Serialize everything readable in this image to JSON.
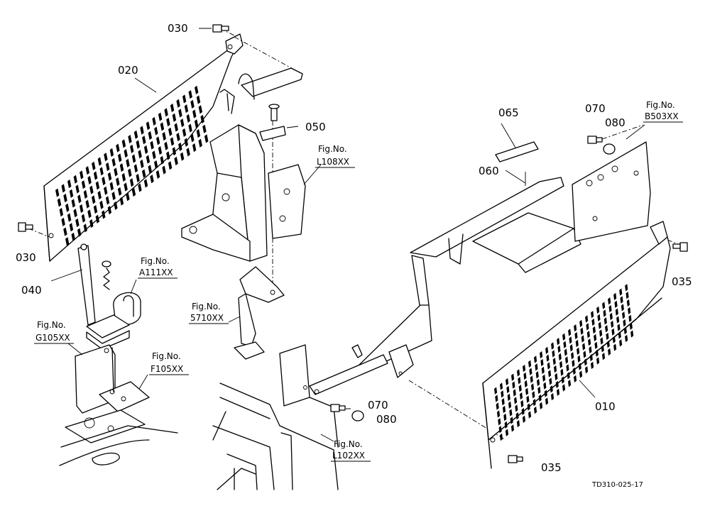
{
  "parts": {
    "p020": "020",
    "p030_top": "030",
    "p030_left": "030",
    "p040": "040",
    "p050": "050",
    "p060": "060",
    "p065": "065",
    "p070_top": "070",
    "p080_top": "080",
    "p070_bottom": "070",
    "p080_bottom": "080",
    "p035_right": "035",
    "p035_bottom": "035",
    "p010": "010"
  },
  "figure_refs": {
    "fig_label": "Fig.No.",
    "a111": "A111XX",
    "g105": "G105XX",
    "f105": "F105XX",
    "l108": "L108XX",
    "s5710": "5710XX",
    "l102": "L102XX",
    "b503": "B503XX"
  },
  "drawing_code": "TD310-025-17"
}
